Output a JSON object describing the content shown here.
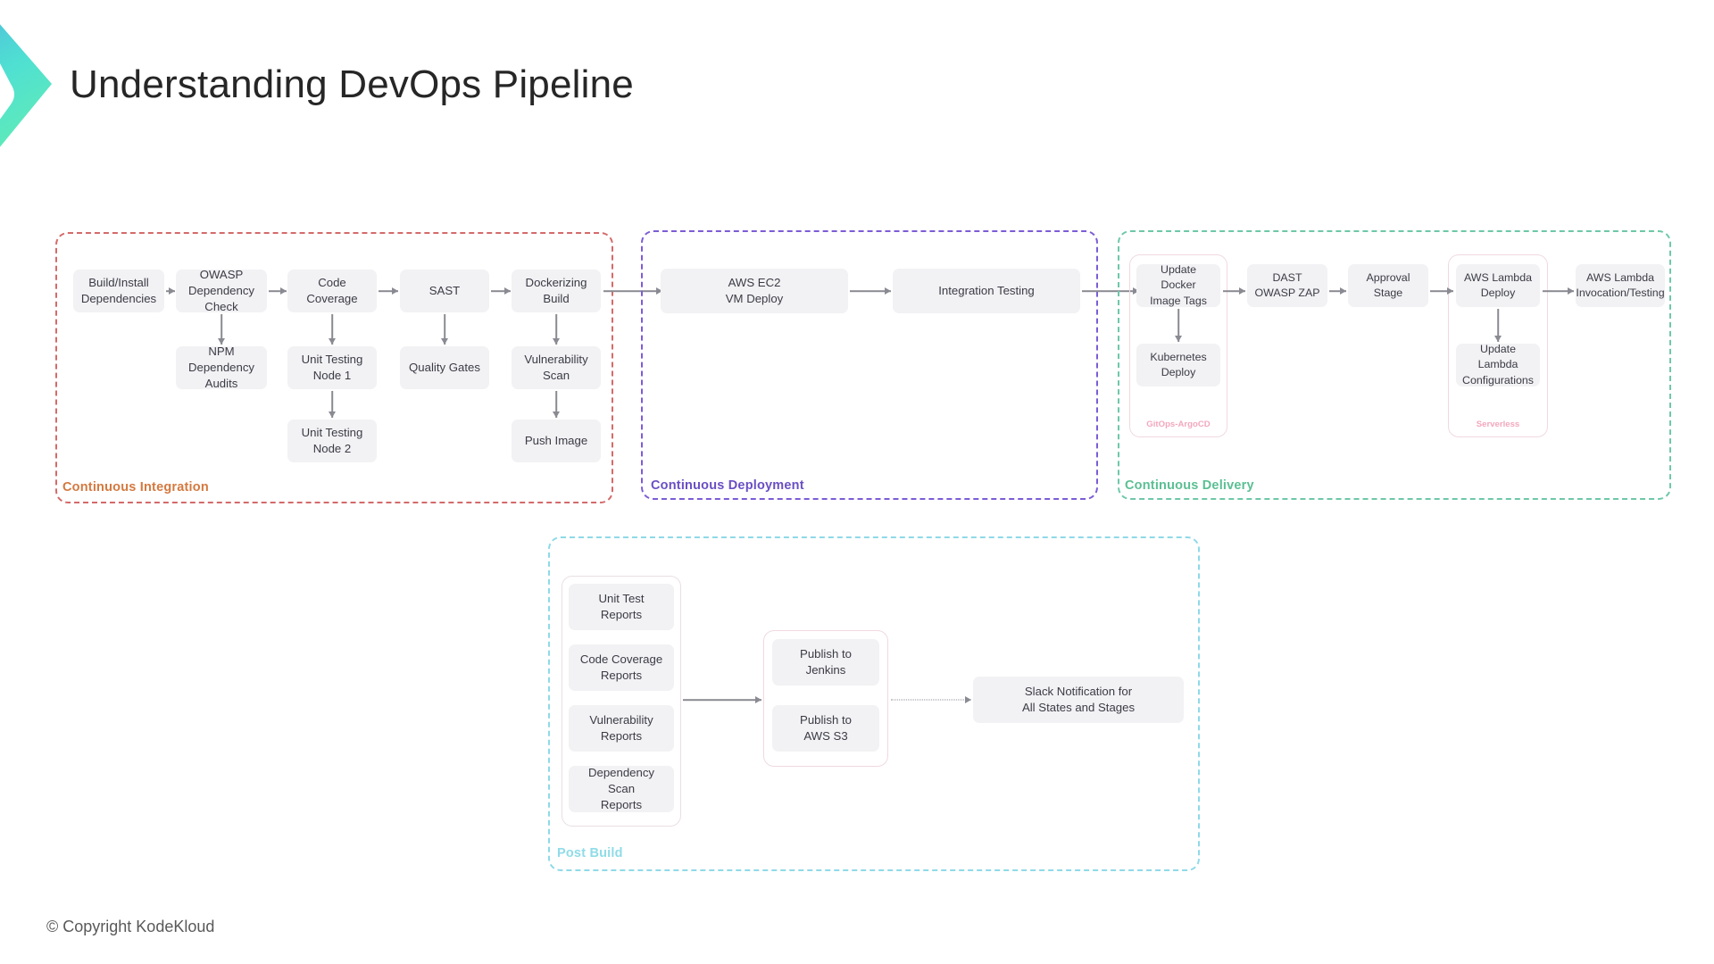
{
  "page": {
    "title": "Understanding DevOps Pipeline",
    "footer": "© Copyright KodeKloud",
    "logo_icon": "kodekloud-chevron-logo"
  },
  "colors": {
    "ci_border": "#d46a6a",
    "ci_label": "#d4793f",
    "cd_border": "#7c5cd6",
    "cd_label": "#6a4fc4",
    "cdelivery_border": "#6ec8a8",
    "cdelivery_label": "#5bbf93",
    "postbuild_border": "#8fd9e8",
    "postbuild_label": "#8fdce8",
    "node_bg": "#f2f2f4",
    "node_text": "#3b3b46",
    "arrow": "#8a8a93",
    "sub_label": "#f3a7be",
    "title_text": "#262626",
    "footer_text": "#595959"
  },
  "groups": {
    "continuous_integration": {
      "label": "Continuous Integration",
      "nodes": [
        {
          "id": "build-install-dependencies",
          "label": "Build/Install\nDependencies"
        },
        {
          "id": "owasp-dependency-check",
          "label": "OWASP\nDependency Check"
        },
        {
          "id": "code-coverage",
          "label": "Code Coverage"
        },
        {
          "id": "sast",
          "label": "SAST"
        },
        {
          "id": "dockerizing-build",
          "label": "Dockerizing\nBuild"
        },
        {
          "id": "npm-dependency-audits",
          "label": "NPM Dependency\nAudits"
        },
        {
          "id": "unit-testing-node-1",
          "label": "Unit Testing\nNode 1"
        },
        {
          "id": "unit-testing-node-2",
          "label": "Unit Testing\nNode 2"
        },
        {
          "id": "quality-gates",
          "label": "Quality Gates"
        },
        {
          "id": "vulnerability-scan",
          "label": "Vulnerability Scan"
        },
        {
          "id": "push-image",
          "label": "Push Image"
        }
      ]
    },
    "continuous_deployment": {
      "label": "Continuous Deployment",
      "nodes": [
        {
          "id": "aws-ec2-vm-deploy",
          "label": "AWS EC2\nVM Deploy"
        },
        {
          "id": "integration-testing",
          "label": "Integration Testing"
        }
      ]
    },
    "continuous_delivery": {
      "label": "Continuous Delivery",
      "nodes": [
        {
          "id": "update-docker-image-tags",
          "label": "Update Docker\nImage Tags"
        },
        {
          "id": "kubernetes-deploy",
          "label": "Kubernetes\nDeploy"
        },
        {
          "id": "dast-owasp-zap",
          "label": "DAST\nOWASP ZAP"
        },
        {
          "id": "approval-stage",
          "label": "Approval Stage"
        },
        {
          "id": "aws-lambda-deploy",
          "label": "AWS Lambda\nDeploy"
        },
        {
          "id": "update-lambda-configurations",
          "label": "Update Lambda\nConfigurations"
        },
        {
          "id": "aws-lambda-invocation-testing",
          "label": "AWS Lambda\nInvocation/Testing"
        }
      ],
      "subgroups": [
        {
          "id": "gitops-argocd",
          "label": "GitOps-ArgoCD"
        },
        {
          "id": "serverless",
          "label": "Serverless"
        }
      ]
    },
    "post_build": {
      "label": "Post Build",
      "nodes": [
        {
          "id": "unit-test-reports",
          "label": "Unit Test\nReports"
        },
        {
          "id": "code-coverage-reports",
          "label": "Code Coverage\nReports"
        },
        {
          "id": "vulnerability-reports",
          "label": "Vulnerability\nReports"
        },
        {
          "id": "dependency-scan-reports",
          "label": "Dependency Scan\nReports"
        },
        {
          "id": "publish-to-jenkins",
          "label": "Publish to\nJenkins"
        },
        {
          "id": "publish-to-aws-s3",
          "label": "Publish to\nAWS S3"
        },
        {
          "id": "slack-notification",
          "label": "Slack Notification for\nAll States and Stages"
        }
      ]
    }
  }
}
